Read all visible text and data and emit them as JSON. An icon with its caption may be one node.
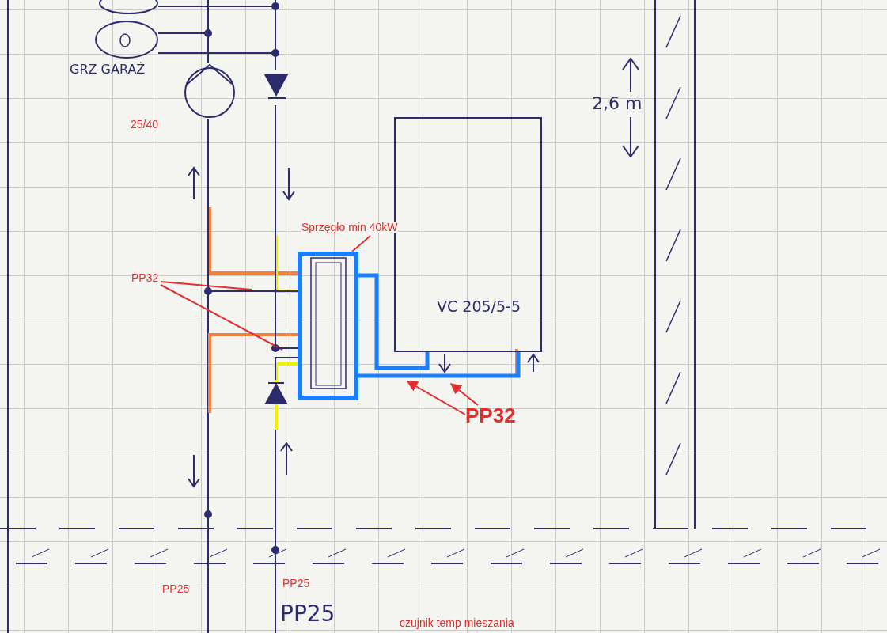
{
  "diagram": {
    "nodes": [
      {
        "text": [],
        "shape": "circle"
      },
      {
        "text": [
          "GRZ GARAŻ"
        ]
      },
      {
        "text": [],
        "shape": "circle",
        "beside": [
          "25/40"
        ]
      },
      {
        "text": [],
        "shape": "triangle"
      },
      {
        "text": [
          "VC 205/5-5"
        ]
      },
      {
        "text": [
          "Sprzęgło min 40kW"
        ]
      },
      {
        "text": [
          "PP32"
        ]
      },
      {
        "text": [],
        "shape": "box"
      },
      {
        "text": [],
        "shape": "triangle"
      },
      {
        "text": [
          "PP32"
        ]
      }
    ],
    "edges": [
      {
        "from": 5,
        "to": 7,
        "arrow": "none",
        "color": "#e03030"
      },
      {
        "from": 6,
        "to": null,
        "arrow": "none",
        "color": "#e03030"
      },
      {
        "from": 6,
        "to": null,
        "arrow": "none",
        "color": "#e03030"
      },
      {
        "from": 9,
        "to": null,
        "arrow": "to",
        "color": "#e03030"
      },
      {
        "from": 9,
        "to": null,
        "arrow": "to",
        "color": "#e03030"
      },
      {
        "from": 7,
        "to": 4,
        "arrow": "none",
        "style": "thick",
        "color": "#1a7fff"
      },
      {
        "from": 7,
        "to": 4,
        "arrow": "none",
        "style": "thick",
        "color": "#1a7fff"
      },
      {
        "from": 1,
        "to": 2,
        "arrow": "none"
      },
      {
        "from": 1,
        "to": 3,
        "arrow": "none"
      },
      {
        "from": 0,
        "to": 3,
        "arrow": "none"
      },
      {
        "from": 2,
        "to": 7,
        "arrow": "none"
      },
      {
        "from": 3,
        "to": 7,
        "arrow": "none"
      },
      {
        "from": 8,
        "to": 7,
        "arrow": "none"
      }
    ],
    "labels": [
      "2,6 m",
      "PP25",
      "PP25",
      "PP25",
      "czujnik temp mieszania"
    ]
  }
}
